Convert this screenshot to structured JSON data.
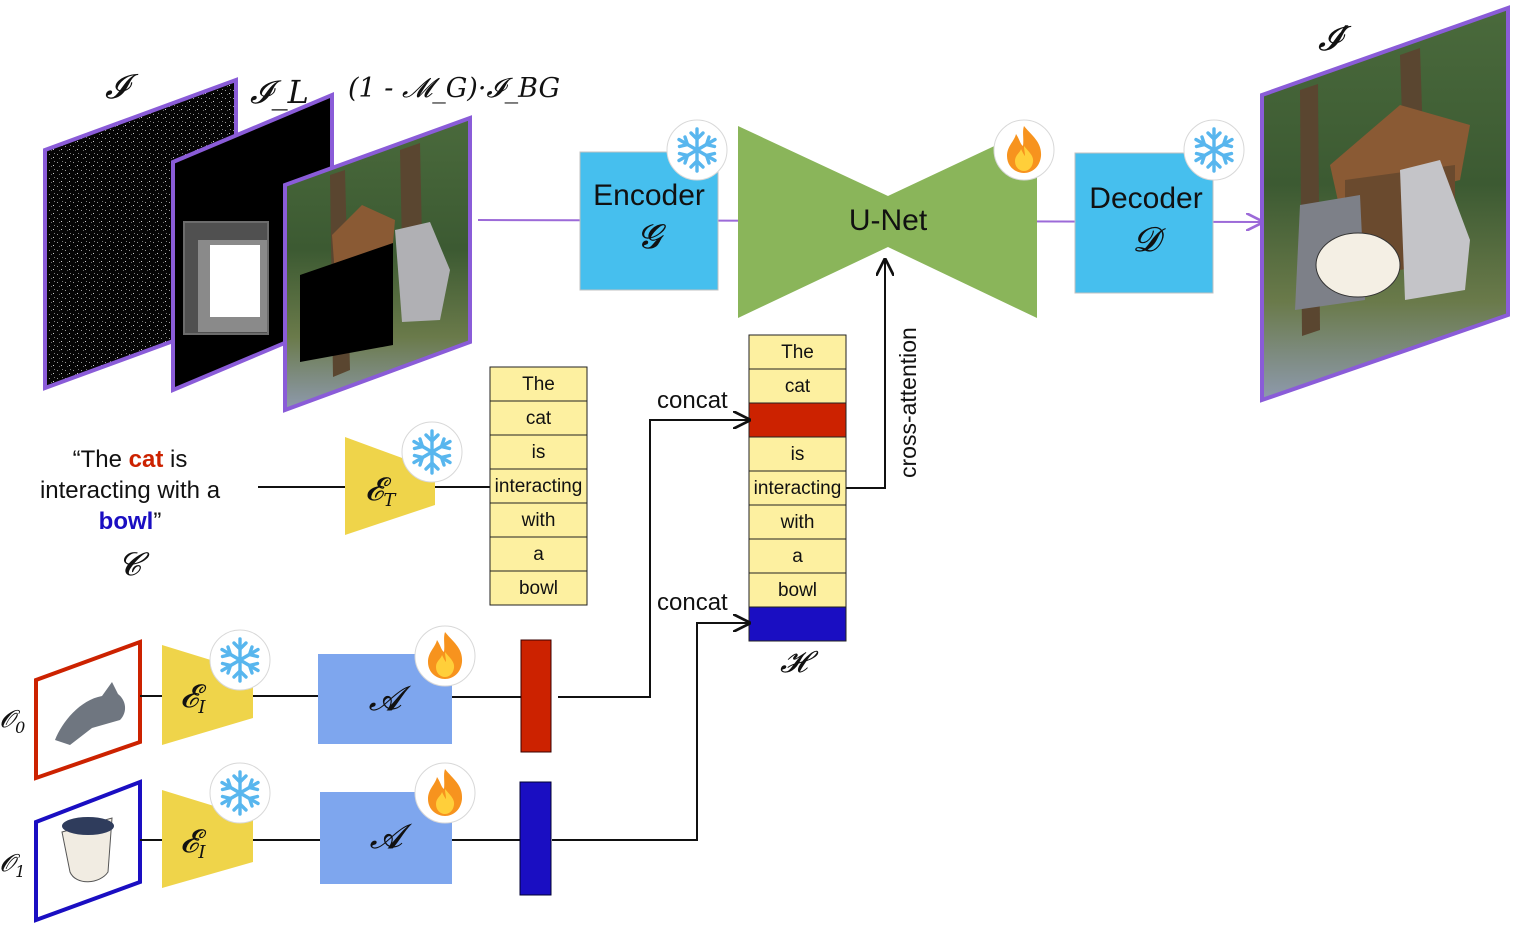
{
  "colors": {
    "frame_border": "#8a5cd8",
    "encoder_fill": "#46bfee",
    "unet_fill": "#8ab55a",
    "text_encoder_fill": "#efd44a",
    "adapter_fill": "#7ea6ee",
    "token_fill": "#fdf0a0",
    "cat_color": "#cc2200",
    "bowl_color": "#1a0ec2",
    "flow_line": "#9c6ad8"
  },
  "inputs": {
    "noise_label": "𝓘",
    "layout_label": "𝓘_L",
    "background_label": "(1 - 𝓜_G)·𝓘_BG"
  },
  "encoder": {
    "name": "Encoder",
    "symbol": "𝓖",
    "state_icon": "snowflake-icon"
  },
  "unet": {
    "name": "U-Net",
    "state_icon": "flame-icon"
  },
  "decoder": {
    "name": "Decoder",
    "symbol": "𝓓",
    "state_icon": "snowflake-icon"
  },
  "output": {
    "label": "𝓘′"
  },
  "caption": {
    "open_quote": "“The ",
    "cat_word": "cat",
    "after_cat": " is",
    "line2": "interacting with a",
    "bowl_word": "bowl",
    "close_quote": "”",
    "symbol": "𝓒"
  },
  "text_encoder": {
    "symbol": "𝓔",
    "subscript": "T",
    "state_icon": "snowflake-icon"
  },
  "text_tokens": [
    "The",
    "cat",
    "is",
    "interacting",
    "with",
    "a",
    "bowl"
  ],
  "combined_tokens": [
    "The",
    "cat",
    "",
    "is",
    "interacting",
    "with",
    "a",
    "bowl",
    ""
  ],
  "combined_label": "𝓗",
  "concat_label_top": "concat",
  "concat_label_bottom": "concat",
  "cross_attention_label": "cross-attention",
  "objects": [
    {
      "symbol": "𝓞",
      "subscript": "0",
      "encoder_symbol": "𝓔",
      "encoder_subscript": "I",
      "adapter_symbol": "𝓐"
    },
    {
      "symbol": "𝓞",
      "subscript": "1",
      "encoder_symbol": "𝓔",
      "encoder_subscript": "I",
      "adapter_symbol": "𝓐"
    }
  ]
}
